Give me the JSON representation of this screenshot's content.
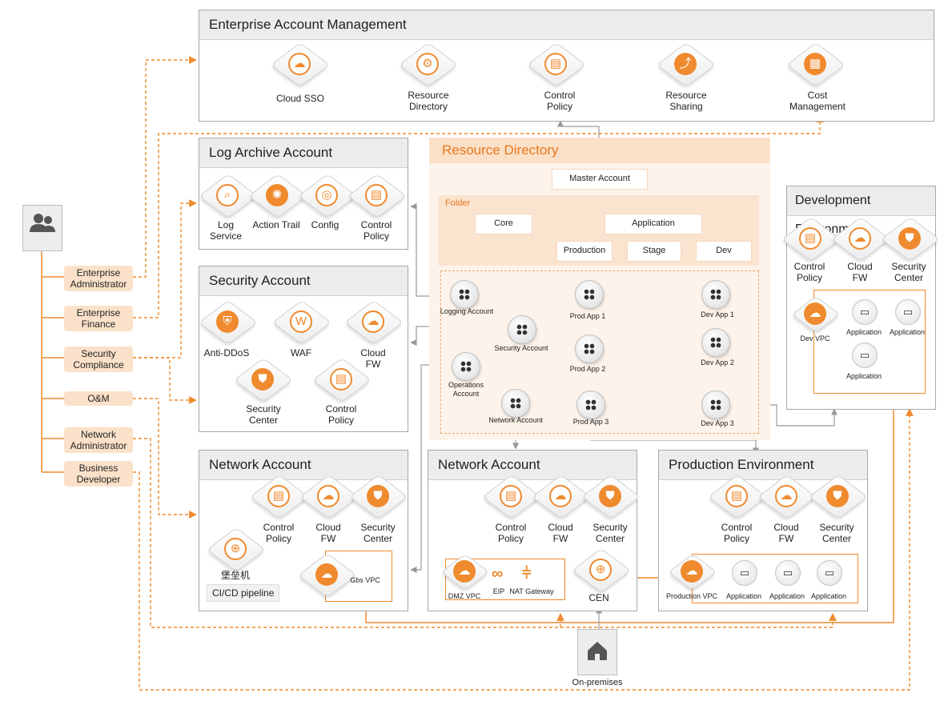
{
  "panels": {
    "enterprise": {
      "title": "Enterprise Account Management",
      "items": [
        "Cloud SSO",
        "Resource\nDirectory",
        "Control\nPolicy",
        "Resource\nSharing",
        "Cost\nManagement"
      ]
    },
    "log_archive": {
      "title": "Log Archive Account",
      "items": [
        "Log\nService",
        "Action Trail",
        "Config",
        "Control\nPolicy"
      ]
    },
    "security": {
      "title": "Security Account",
      "items": [
        "Anti-DDoS",
        "WAF",
        "Cloud\nFW",
        "Security\nCenter",
        "Control\nPolicy"
      ]
    },
    "network_left": {
      "title": "Network Account",
      "items": [
        "Control\nPolicy",
        "Cloud\nFW",
        "Security\nCenter"
      ],
      "bastion": "堡垒机",
      "pipeline": "CI/CD pipeline",
      "vpc": "Gbs VPC"
    },
    "network_mid": {
      "title": "Network Account",
      "items": [
        "Control\nPolicy",
        "Cloud\nFW",
        "Security\nCenter"
      ],
      "dmz": "DMZ VPC",
      "eip": "EIP",
      "nat": "NAT Gateway",
      "cen": "CEN"
    },
    "production": {
      "title": "Production Environment",
      "items": [
        "Control\nPolicy",
        "Cloud\nFW",
        "Security\nCenter"
      ],
      "vpc": "Production VPC",
      "apps": [
        "Application",
        "Application",
        "Application"
      ]
    },
    "development": {
      "title": "Development Environment",
      "items": [
        "Control\nPolicy",
        "Cloud\nFW",
        "Security\nCenter"
      ],
      "vpc": "Dev VPC",
      "apps": [
        "Application",
        "Application",
        "Application"
      ]
    }
  },
  "resource_directory": {
    "title": "Resource Directory",
    "master": "Master Account",
    "folder": "Folder",
    "core": "Core",
    "application": "Application",
    "production": "Production",
    "stage": "Stage",
    "dev": "Dev",
    "accounts": {
      "logging": "Logging Account",
      "security": "Security Account",
      "operations": "Operations\nAccount",
      "network": "Network Account",
      "prod1": "Prod App 1",
      "prod2": "Prod App 2",
      "prod3": "Prod App 3",
      "dev1": "Dev App 1",
      "dev2": "Dev App 2",
      "dev3": "Dev App 3"
    }
  },
  "roles": [
    "Enterprise\nAdministrator",
    "Enterprise\nFinance",
    "Security\nCompliance",
    "O&M",
    "Network\nAdministrator",
    "Business\nDeveloper"
  ],
  "on_premises": "On-premises",
  "colors": {
    "accent": "#ef8a2e",
    "panel_head": "#ececec",
    "rd_bg": "#fdf3ea"
  }
}
